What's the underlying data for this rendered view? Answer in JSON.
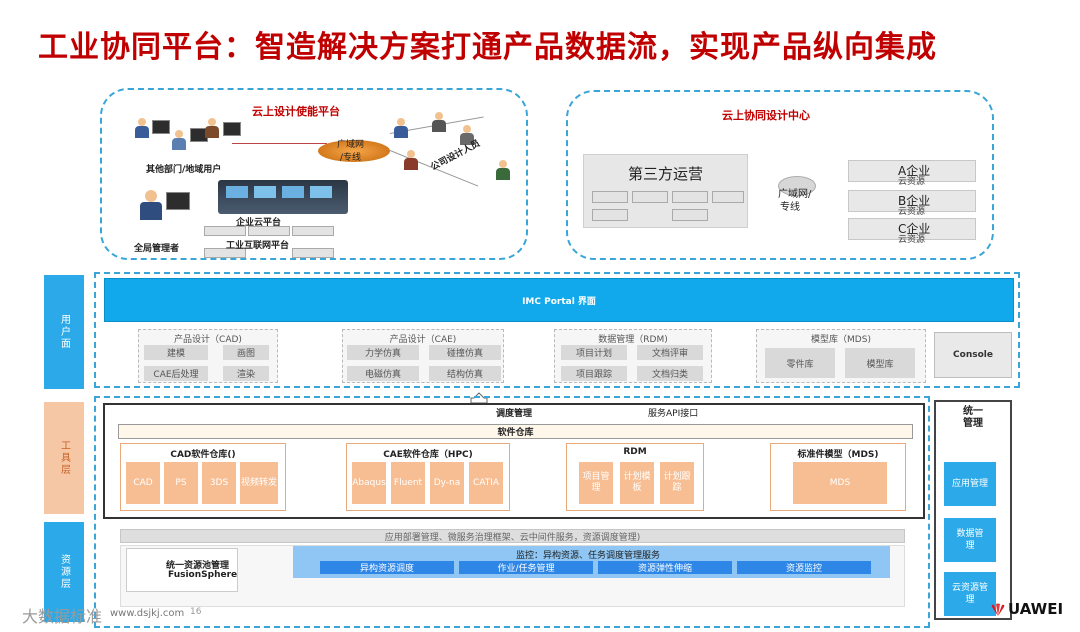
{
  "title": "工业协同平台：智造解决方案打通产品数据流，实现产品纵向集成",
  "top_left": {
    "caption": "云上设计使能平台",
    "labels": {
      "other_users": "其他部门/地域用户",
      "admin": "全局管理者",
      "wan": "广域网",
      "wan2": "/专线",
      "designers": "公司设计人员",
      "enterprise_cloud": "企业云平台",
      "industrial_internet": "工业互联网平台"
    }
  },
  "top_right": {
    "caption": "云上协同设计中心",
    "third_party": "第三方运营",
    "wan": "广域网/",
    "wan2": "专线",
    "companies": [
      {
        "name": "A企业",
        "res": "云资源"
      },
      {
        "name": "B企业",
        "res": "云资源"
      },
      {
        "name": "C企业",
        "res": "云资源"
      }
    ]
  },
  "side_tabs": {
    "app_layer": "用户面",
    "tool_layer": "工具层",
    "resource_layer": "资源层"
  },
  "portal": "IMC Portal 界面",
  "app_groups": [
    {
      "title": "产品设计（CAD)",
      "items": [
        "建模",
        "画图",
        "CAE后处理",
        "渲染"
      ]
    },
    {
      "title": "产品设计（CAE)",
      "items": [
        "力学仿真",
        "碰撞仿真",
        "电磁仿真",
        "结构仿真"
      ]
    },
    {
      "title": "数据管理（RDM)",
      "items": [
        "项目计划",
        "文档评审",
        "项目跟踪",
        "文档归类"
      ]
    },
    {
      "title": "模型库（MDS)",
      "items": [
        "零件库",
        "模型库"
      ]
    }
  ],
  "console": "Console",
  "tools": {
    "scheduling": "调度管理",
    "service_api": "服务API接口",
    "software_repo": "软件仓库",
    "repos": [
      {
        "title": "CAD软件仓库()",
        "items": [
          "CAD",
          "PS",
          "3DS",
          "视频转发"
        ]
      },
      {
        "title": "CAE软件仓库（HPC)",
        "items": [
          "Abaqus",
          "Fluent",
          "Dy-na",
          "CATIA"
        ]
      },
      {
        "title": "RDM",
        "items": [
          "项目管理",
          "计划模板",
          "计划跟踪"
        ]
      },
      {
        "title": "标准件模型（MDS)",
        "items": [
          "MDS"
        ]
      }
    ]
  },
  "resources": {
    "top_bar": "应用部署管理、微服务治理框架、云中间件服务，资源调度管理)",
    "pool_line1": "统一资源池管理",
    "pool_line2": "FusionSphere",
    "monitor": "监控：异构资源、任务调度管理服务",
    "buttons": [
      "异构资源调度",
      "作业/任务管理",
      "资源弹性伸缩",
      "资源监控"
    ]
  },
  "mgmt": {
    "title": "统一管理",
    "buttons": [
      "应用管理",
      "数据管理",
      "云资源管理"
    ]
  },
  "footer": {
    "watermark": "大数据标准",
    "site": "www.dsjkj.com",
    "page": "16",
    "brand": "UAWEI"
  }
}
